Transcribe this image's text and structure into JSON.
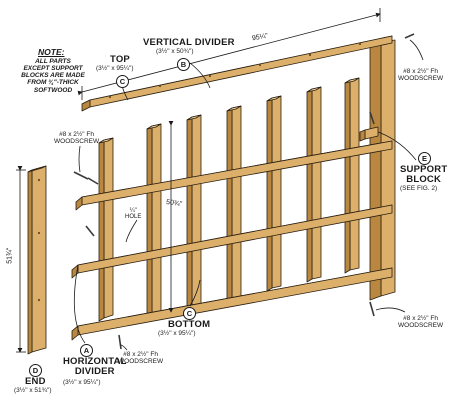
{
  "note": {
    "heading": "NOTE:",
    "lines": [
      "ALL PARTS",
      "EXCEPT SUPPORT",
      "BLOCKS ARE MADE",
      "FROM ¾\"-THICK",
      "SOFTWOOD"
    ]
  },
  "parts": {
    "top": {
      "letter": "C",
      "name": "TOP",
      "dims": "(3½\" x 95¼\")"
    },
    "vertical_divider": {
      "letter": "B",
      "name": "VERTICAL DIVIDER",
      "dims": "(3½\" x 50¾\")"
    },
    "support_block": {
      "letter": "E",
      "name_line1": "SUPPORT",
      "name_line2": "BLOCK",
      "ref": "(SEE FIG. 2)"
    },
    "bottom": {
      "letter": "C",
      "name": "BOTTOM",
      "dims": "(3½\" x 95¼\")"
    },
    "horizontal_divider": {
      "letter": "A",
      "name_line1": "HORIZONTAL",
      "name_line2": "DIVIDER",
      "dims": "(3½\" x 95¼\")"
    },
    "end": {
      "letter": "D",
      "name": "END",
      "dims": "(3½\" x 51¾\")"
    }
  },
  "dimensions": {
    "overall_length": "95¼\"",
    "divider_height": "50¾\"",
    "end_height": "51¾\""
  },
  "callouts": {
    "hole_line1": "¼\"",
    "hole_line2": "HOLE",
    "screw_top_right_line1": "#8 x 2½\" Fh",
    "screw_top_right_line2": "WOODSCREW",
    "screw_left_line1": "#8 x 2½\" Fh",
    "screw_left_line2": "WOODSCREW",
    "screw_right_line1": "#8 x 2½\" Fh",
    "screw_right_line2": "WOODSCREW",
    "screw_bottom_line1": "#8 x 2½\" Fh",
    "screw_bottom_line2": "WOODSCREW"
  },
  "colors": {
    "wood_front": "#dcb06a",
    "wood_top": "#f0d29a",
    "wood_side": "#b9873f",
    "outline": "#2a1f12",
    "text": "#1a1a1a"
  }
}
